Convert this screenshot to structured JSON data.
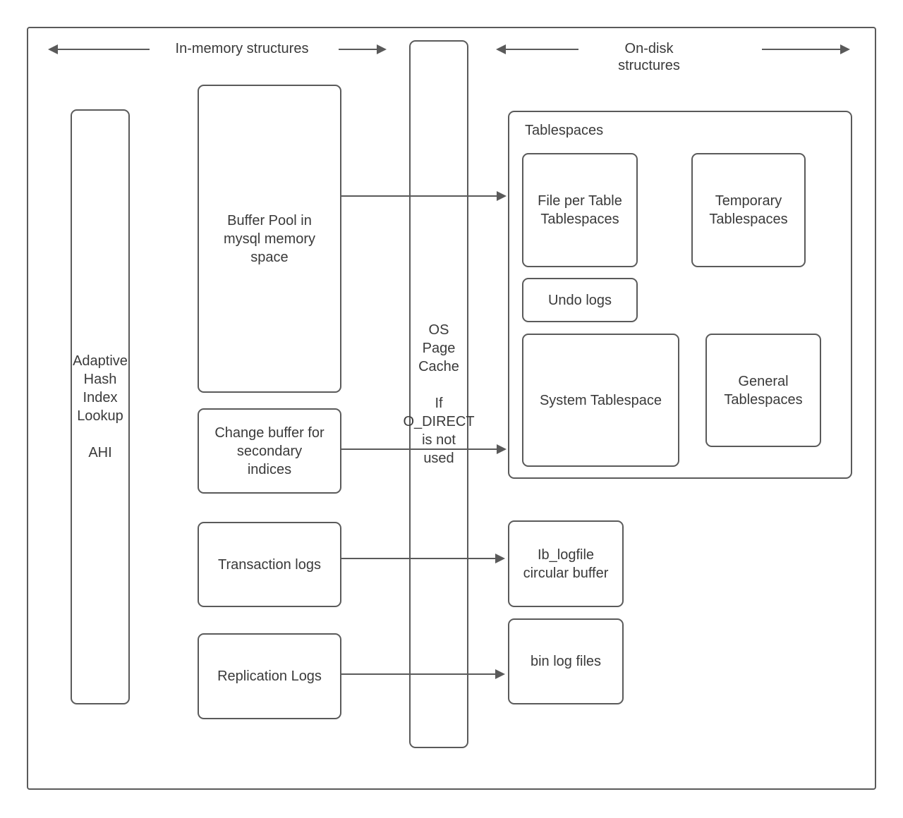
{
  "headers": {
    "in_memory": "In-memory structures",
    "on_disk": "On-disk structures"
  },
  "nodes": {
    "ahi": "Adaptive\nHash\nIndex\nLookup\n\nAHI",
    "buffer_pool": "Buffer Pool in\nmysql memory\nspace",
    "os_page_cache": "OS\nPage\nCache\n\nIf\nO_DIRECT\nis not\nused",
    "change_buffer": "Change buffer for\nsecondary\nindices",
    "transaction_logs": "Transaction logs",
    "replication_logs": "Replication Logs",
    "tablespaces_title": "Tablespaces",
    "file_per_table": "File per Table\nTablespaces",
    "temporary_tablespaces": "Temporary\nTablespaces",
    "undo_logs": "Undo logs",
    "system_tablespace": "System Tablespace",
    "general_tablespaces": "General\nTablespaces",
    "ib_logfile": "Ib_logfile\ncircular buffer",
    "bin_log_files": "bin log files"
  },
  "colors": {
    "stroke": "#5a5a5a",
    "text": "#3a3a3a",
    "background": "#ffffff"
  }
}
